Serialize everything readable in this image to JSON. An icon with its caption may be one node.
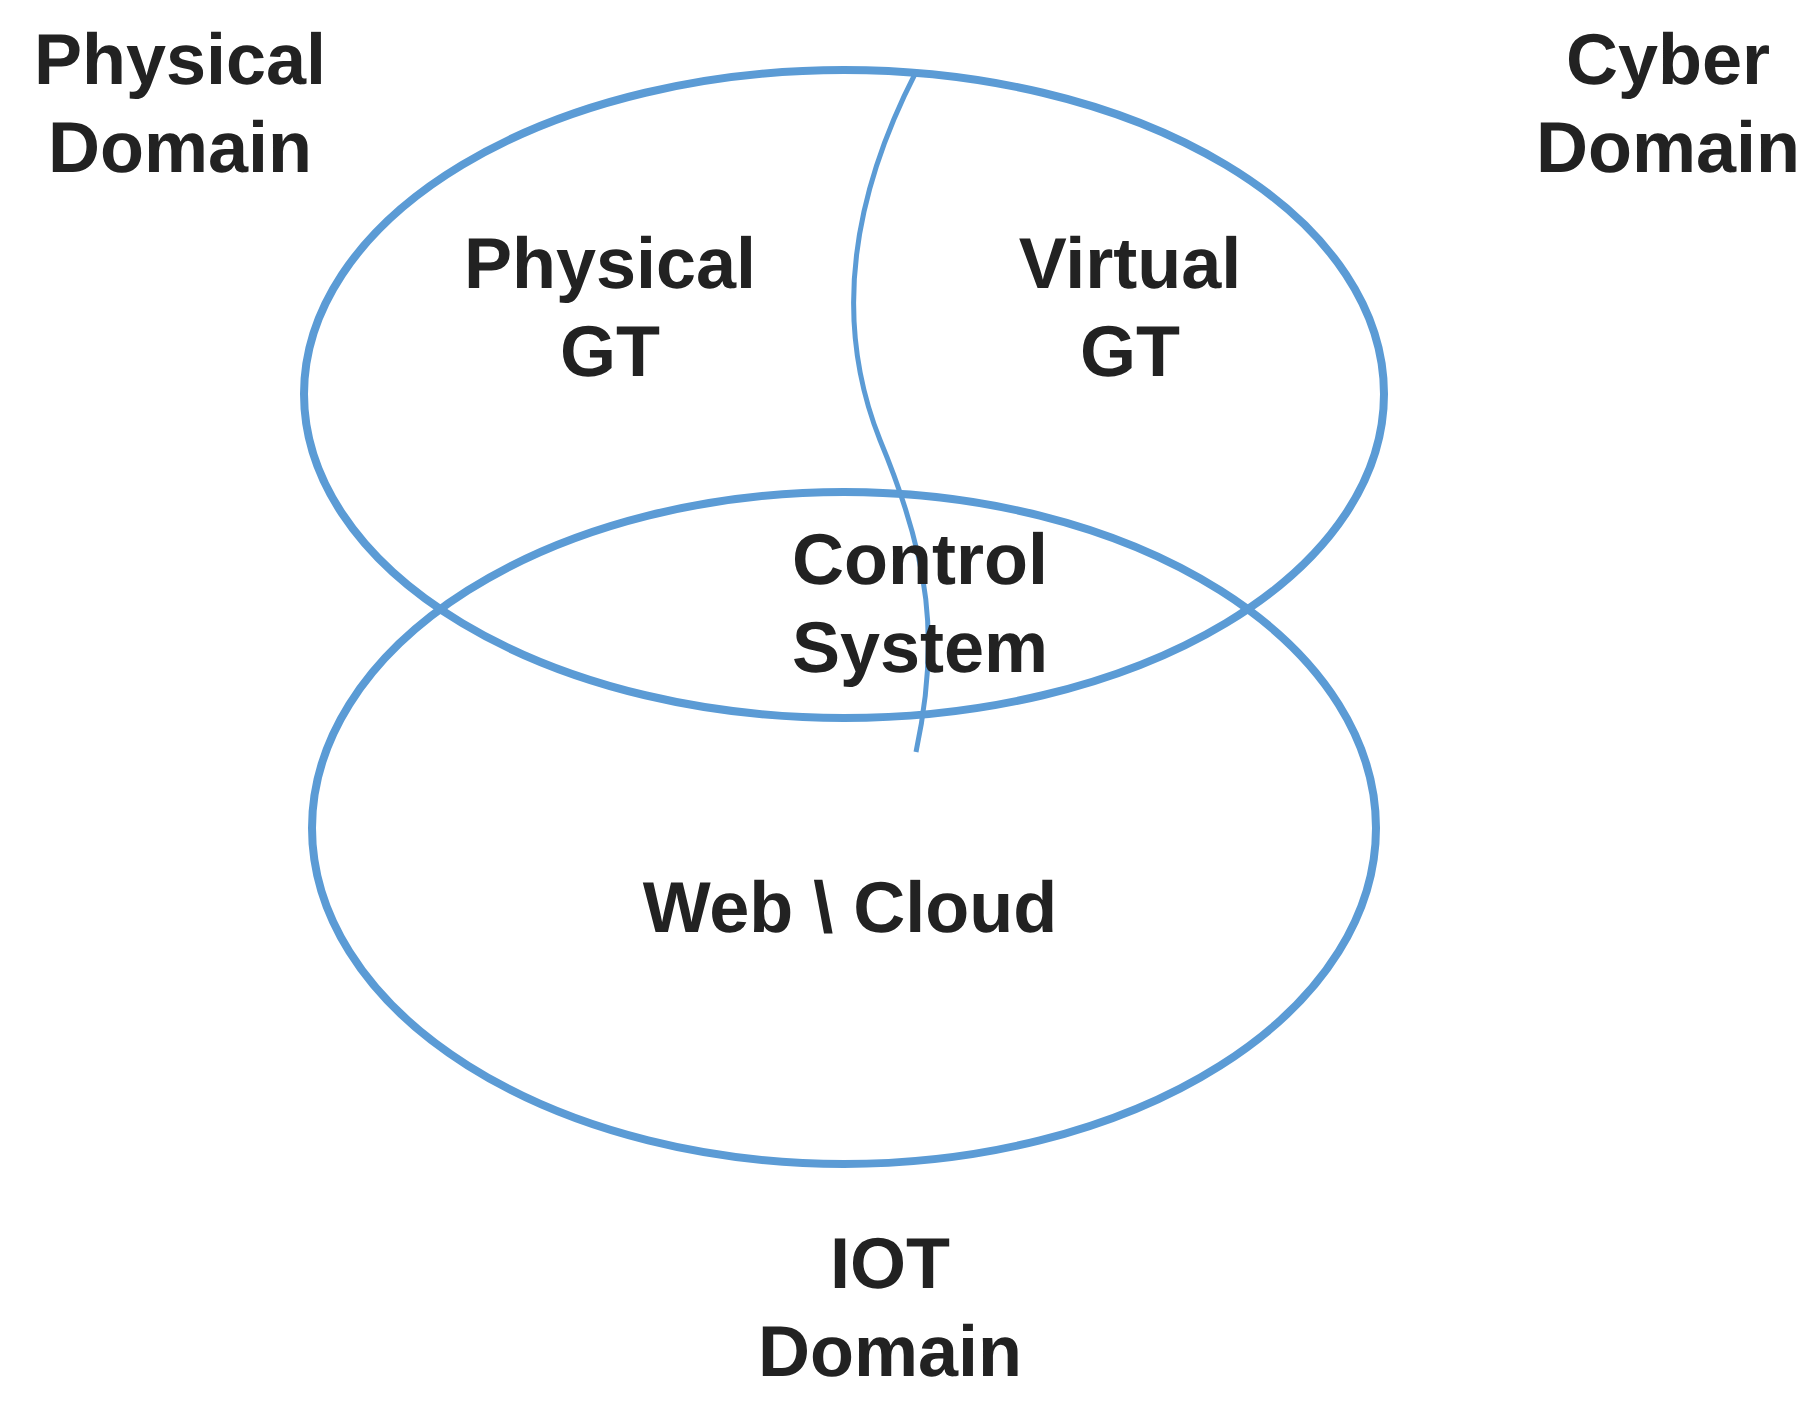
{
  "diagram": {
    "nodes": [
      {
        "text": [
          "Physical GT",
          "Virtual GT"
        ]
      },
      {
        "text": [
          "Web \\ Cloud"
        ],
        "beside": [
          "IOT Domain"
        ]
      }
    ],
    "labels": [
      "Physical Domain",
      "Cyber Domain",
      "Control System"
    ]
  }
}
